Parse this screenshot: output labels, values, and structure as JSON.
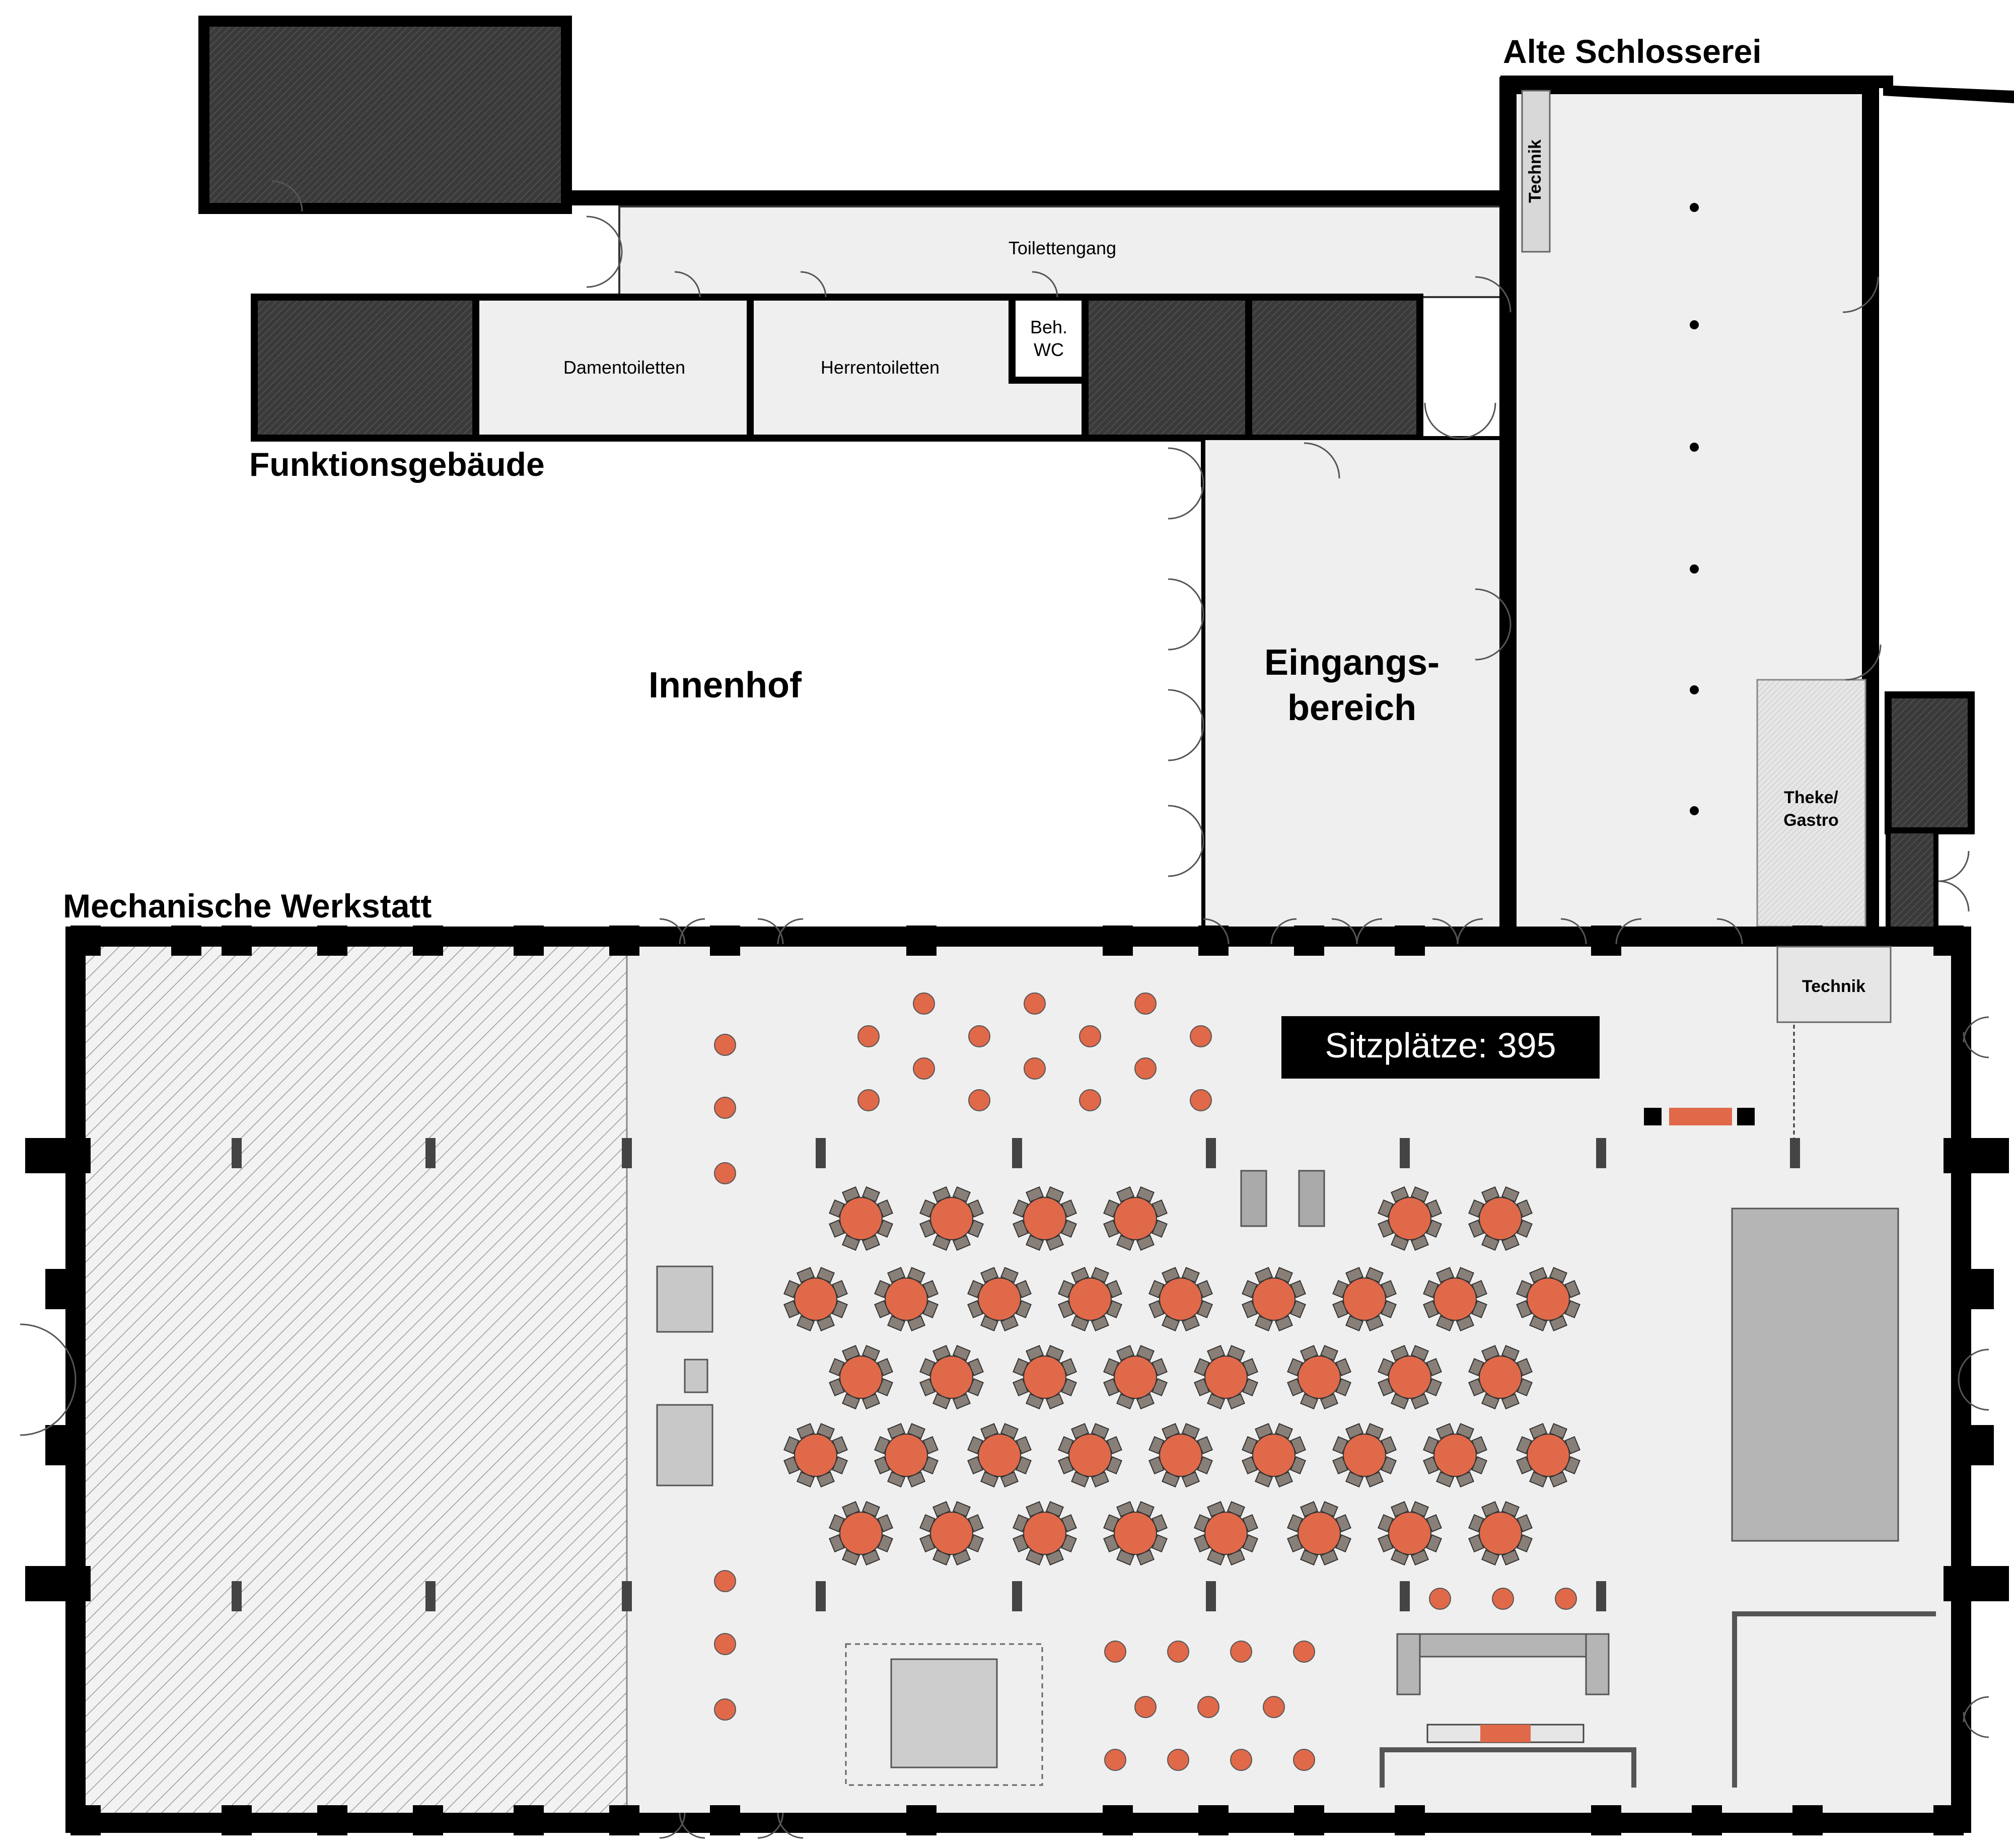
{
  "labels": {
    "alte_schlosserei": "Alte Schlosserei",
    "funktionsgebaeude": "Funktionsgebäude",
    "mechanische_werkstatt": "Mechanische Werkstatt",
    "innenhof": "Innenhof",
    "eingang_line1": "Eingangs-",
    "eingang_line2": "bereich",
    "toilettengang": "Toilettengang",
    "damentoiletten": "Damentoiletten",
    "herrentoiletten": "Herrentoiletten",
    "beh_wc_line1": "Beh.",
    "beh_wc_line2": "WC",
    "technik_top": "Technik",
    "technik_hall": "Technik",
    "theke_line1": "Theke/",
    "theke_line2": "Gastro"
  },
  "badge": {
    "text": "Sitzplätze: 395"
  },
  "colors": {
    "wall": "#000000",
    "floor": "#efefef",
    "table": "#e0694a",
    "chair": "#888078",
    "gray_block": "#b5b5b5",
    "dark_room": "#3a3a3a"
  }
}
